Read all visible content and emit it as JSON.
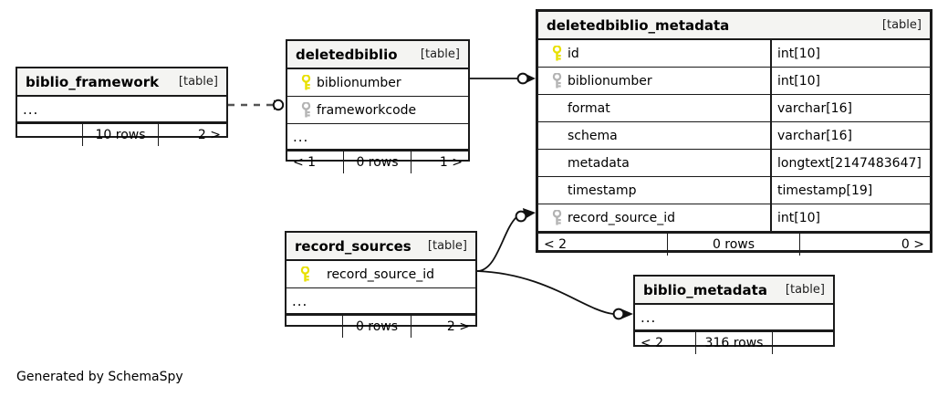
{
  "diagram": {
    "title": "SchemaSpy relationships diagram",
    "footer_text": "Generated by SchemaSpy",
    "table_kind_label": "[table]",
    "ellipsis": "...",
    "colors": {
      "primary_key": "#e8e000",
      "foreign_key": "#b3b3b3",
      "border": "#1a1a1a",
      "header_fill": "#f4f4f2",
      "background": "#ffffff"
    }
  },
  "tables": [
    {
      "id": "biblio_framework",
      "name": "biblio_framework",
      "kind": "[table]",
      "columns": [],
      "has_ellipsis": true,
      "footer": {
        "left": "",
        "mid": "10 rows",
        "right": "2 >"
      }
    },
    {
      "id": "deletedbiblio",
      "name": "deletedbiblio",
      "kind": "[table]",
      "columns": [
        {
          "name": "biblionumber",
          "key": "primary",
          "type": ""
        },
        {
          "name": "frameworkcode",
          "key": "foreign",
          "type": ""
        }
      ],
      "has_ellipsis": true,
      "footer": {
        "left": "< 1",
        "mid": "0 rows",
        "right": "1 >"
      }
    },
    {
      "id": "deletedbiblio_metadata",
      "name": "deletedbiblio_metadata",
      "kind": "[table]",
      "columns": [
        {
          "name": "id",
          "key": "primary",
          "type": "int[10]"
        },
        {
          "name": "biblionumber",
          "key": "foreign",
          "type": "int[10]"
        },
        {
          "name": "format",
          "key": "none",
          "type": "varchar[16]"
        },
        {
          "name": "schema",
          "key": "none",
          "type": "varchar[16]"
        },
        {
          "name": "metadata",
          "key": "none",
          "type": "longtext[2147483647]"
        },
        {
          "name": "timestamp",
          "key": "none",
          "type": "timestamp[19]"
        },
        {
          "name": "record_source_id",
          "key": "foreign",
          "type": "int[10]"
        }
      ],
      "has_ellipsis": false,
      "footer": {
        "left": "< 2",
        "mid": "0 rows",
        "right": "0 >"
      }
    },
    {
      "id": "record_sources",
      "name": "record_sources",
      "kind": "[table]",
      "columns": [
        {
          "name": "record_source_id",
          "key": "primary",
          "type": ""
        }
      ],
      "has_ellipsis": true,
      "footer": {
        "left": "",
        "mid": "0 rows",
        "right": "2 >"
      }
    },
    {
      "id": "biblio_metadata",
      "name": "biblio_metadata",
      "kind": "[table]",
      "columns": [],
      "has_ellipsis": true,
      "footer": {
        "left": "< 2",
        "mid": "316 rows",
        "right": ""
      }
    }
  ],
  "relationships": [
    {
      "from": "biblio_framework",
      "to": "deletedbiblio",
      "style": "dashed",
      "cardinality": "zero-or-more"
    },
    {
      "from": "deletedbiblio",
      "to": "deletedbiblio_metadata",
      "style": "solid",
      "cardinality": "zero-or-more"
    },
    {
      "from": "record_sources",
      "to": "deletedbiblio_metadata",
      "style": "solid",
      "cardinality": "zero-or-more"
    },
    {
      "from": "record_sources",
      "to": "biblio_metadata",
      "style": "solid",
      "cardinality": "zero-or-more"
    }
  ]
}
